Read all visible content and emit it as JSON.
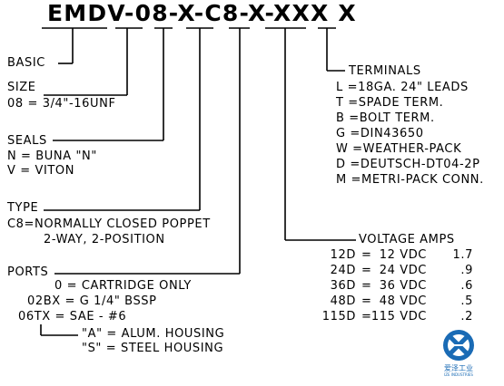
{
  "part_code": "EMDV-08-X-C8-X-XXX X",
  "basic": {
    "label": "BASIC"
  },
  "size": {
    "label": "SIZE",
    "line1": "08 = 3/4\"-16UNF"
  },
  "seals": {
    "label": "SEALS",
    "line1": "N = BUNA \"N\"",
    "line2": "V = VITON"
  },
  "type": {
    "label": "TYPE",
    "line1": "C8=NORMALLY CLOSED POPPET",
    "line2": "2-WAY, 2-POSITION"
  },
  "ports": {
    "label": "PORTS",
    "line1": "0 = CARTRIDGE ONLY",
    "line2": "02BX = G 1/4\" BSSP",
    "line3": "06TX = SAE - #6",
    "line4": "\"A\" = ALUM. HOUSING",
    "line5": "\"S\" = STEEL HOUSING"
  },
  "voltage": {
    "header": "VOLTAGE AMPS",
    "rows": [
      {
        "code": "12D",
        "eq": "=",
        "volts": "12 VDC",
        "amps": "1.7"
      },
      {
        "code": "24D",
        "eq": "=",
        "volts": "24 VDC",
        "amps": ".9"
      },
      {
        "code": "36D",
        "eq": "=",
        "volts": "36 VDC",
        "amps": ".6"
      },
      {
        "code": "48D",
        "eq": "=",
        "volts": "48 VDC",
        "amps": ".5"
      },
      {
        "code": "115D",
        "eq": "=",
        "volts": "115 VDC",
        "amps": ".2"
      }
    ]
  },
  "terminals": {
    "label": "TERMINALS",
    "items": [
      "L =18GA. 24\" LEADS",
      "T =SPADE TERM.",
      "B =BOLT TERM.",
      "G =DIN43650",
      "W =WEATHER-PACK",
      "D =DEUTSCH-DT04-2P",
      "M =METRI-PACK CONN."
    ]
  },
  "logo": {
    "text": "爱泽工业",
    "sub": "IZE INDUSTRIES",
    "color": "#1a6bb5"
  }
}
